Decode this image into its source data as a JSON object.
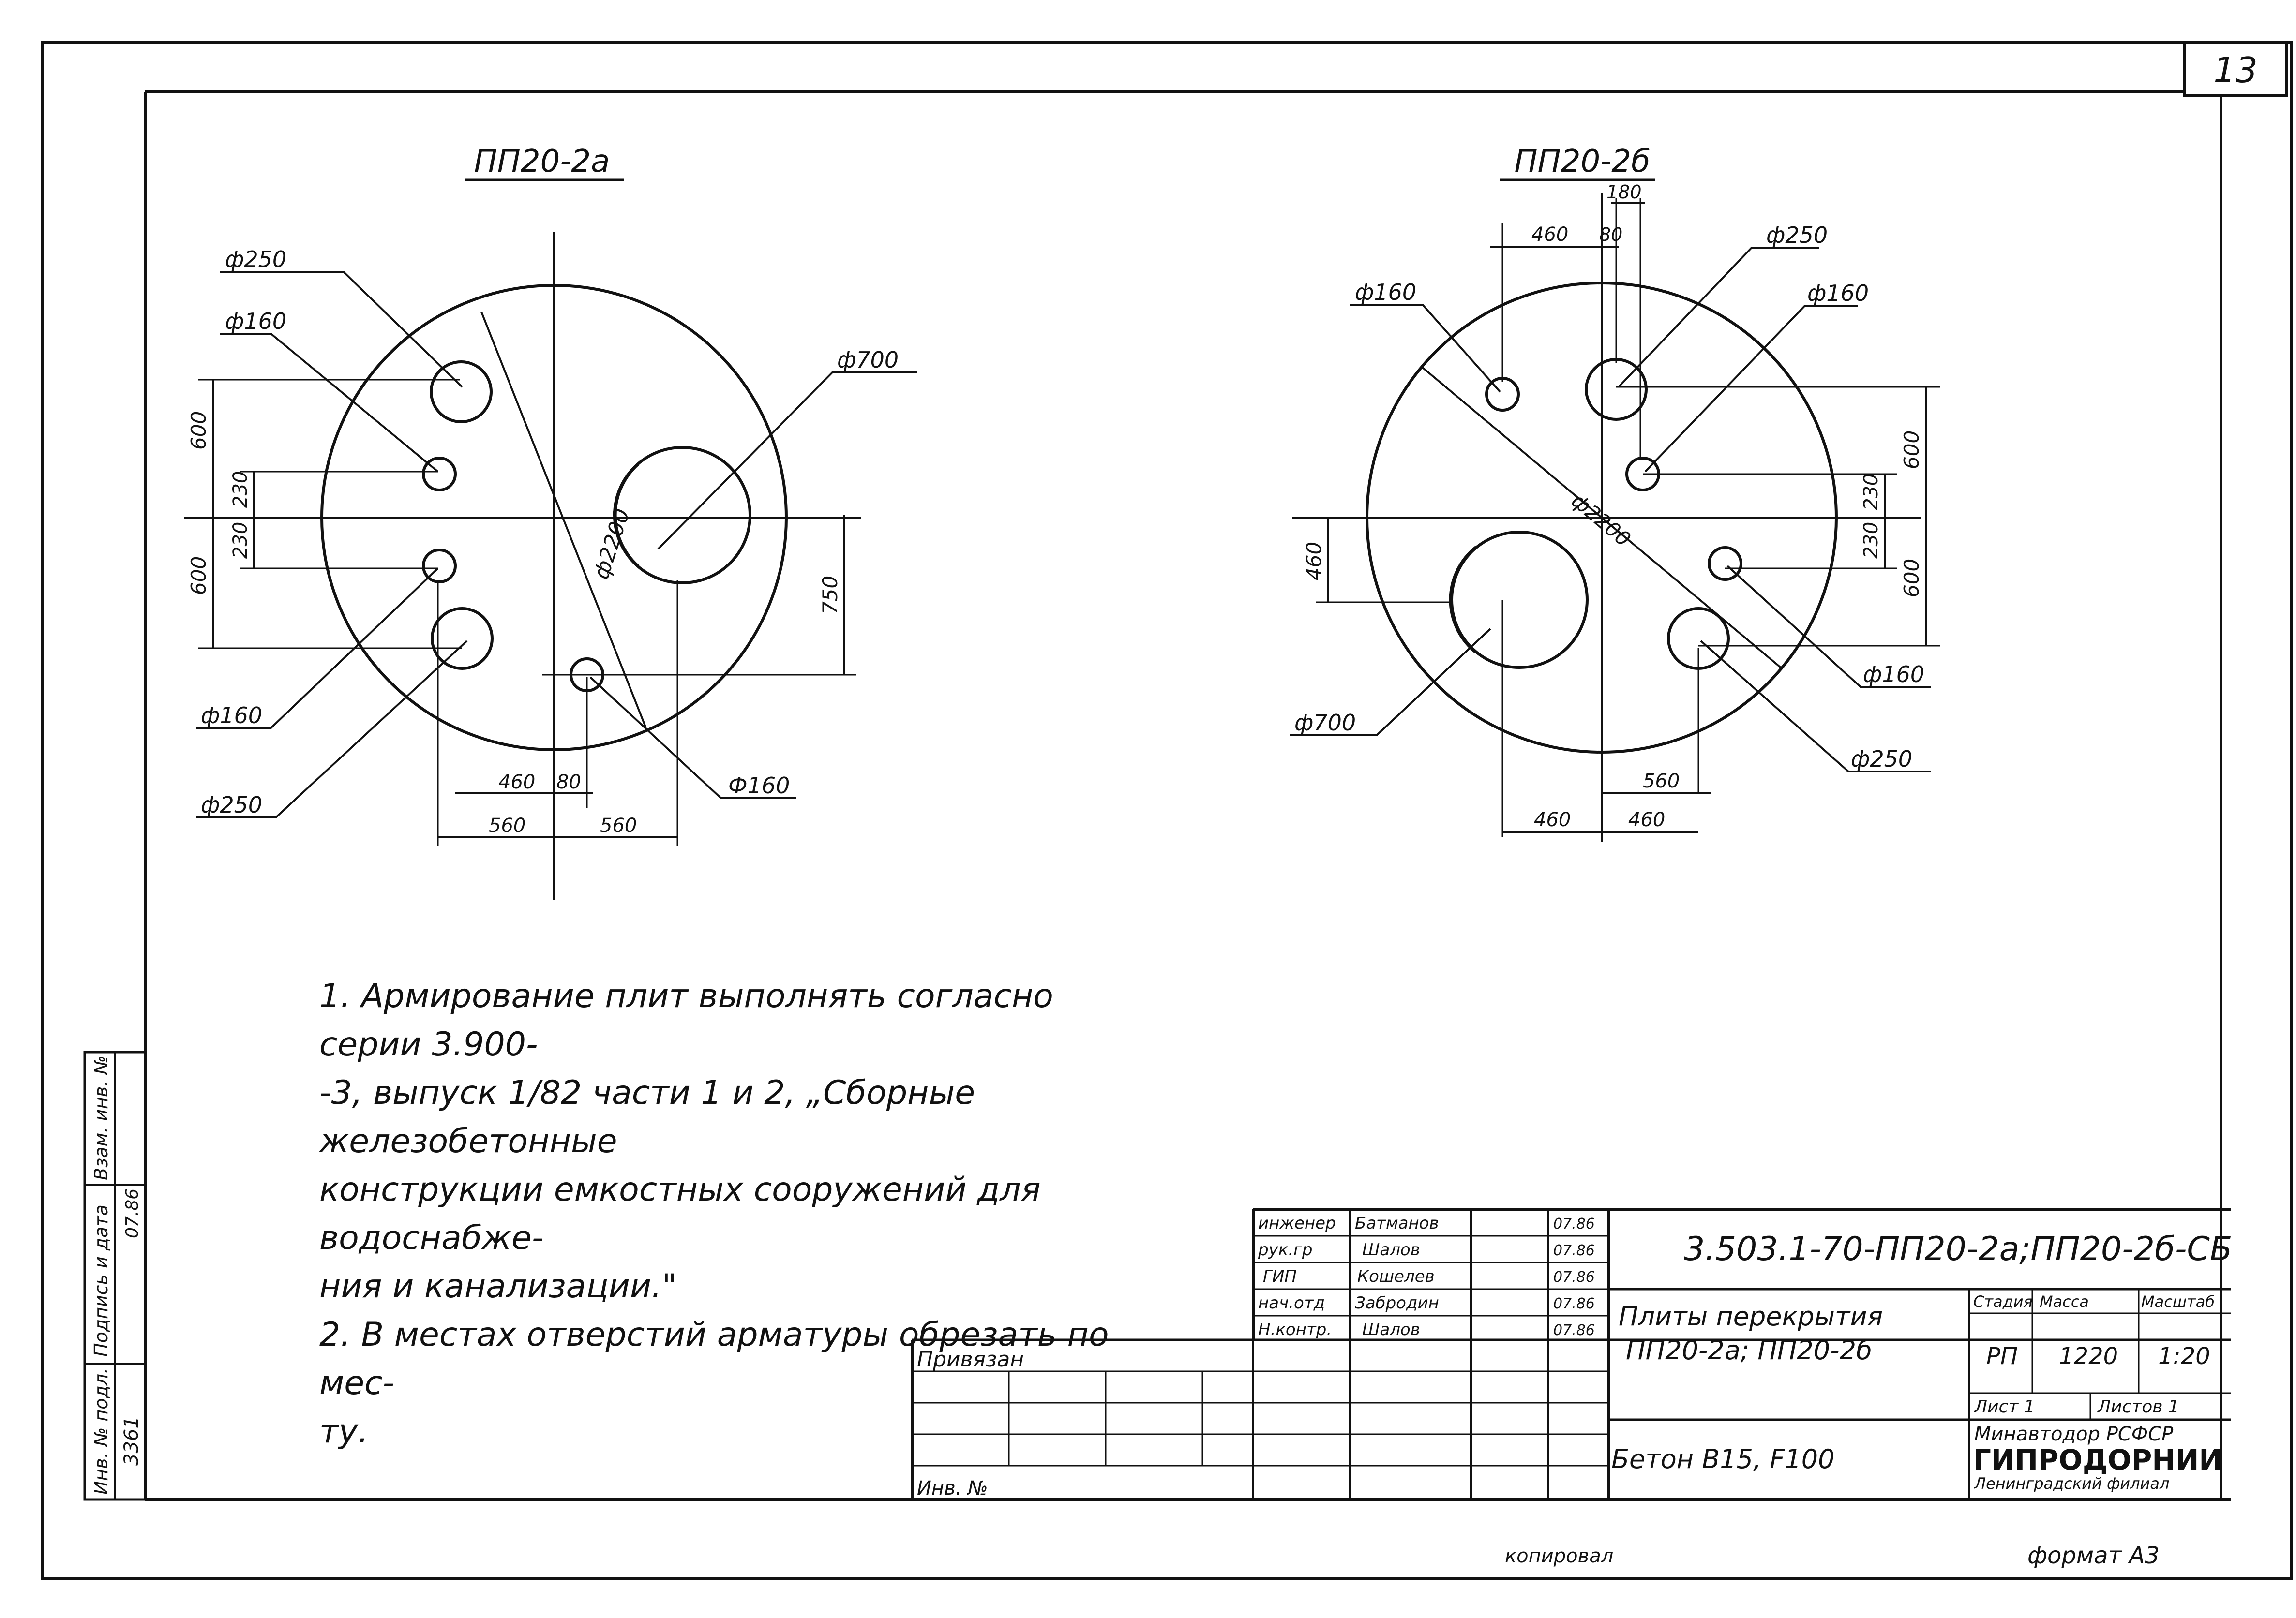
{
  "page": {
    "sheet_no": "13",
    "footer_copied": "копировал",
    "footer_format": "формат А3"
  },
  "left_view": {
    "title": "ПП20-2а",
    "labels": {
      "d250_top": "ф250",
      "d160_top": "ф160",
      "d700": "ф700",
      "d2200": "ф2200",
      "d160_lower": "ф160",
      "d250_lower": "ф250",
      "d160_right": "Ф160",
      "dim_600_top": "600",
      "dim_230_top": "230",
      "dim_230_bot": "230",
      "dim_600_bot": "600",
      "dim_750": "750",
      "dim_460": "460",
      "dim_80": "80",
      "dim_560_l": "560",
      "dim_560_r": "560"
    }
  },
  "right_view": {
    "title": "ПП20-2б",
    "labels": {
      "dim_180": "180",
      "dim_460_top": "460",
      "dim_80_top": "80",
      "d250_top": "ф250",
      "d160_left": "ф160",
      "d160_right": "ф160",
      "d2200": "ф2200",
      "dim_600_top": "600",
      "dim_230_top": "230",
      "dim_230_bot": "230",
      "dim_600_bot": "600",
      "dim_460_left": "460",
      "d160_lower": "ф160",
      "d250_lower": "ф250",
      "d700": "ф700",
      "dim_560": "560",
      "dim_460_bl": "460",
      "dim_460_br": "460"
    }
  },
  "notes": [
    "1. Армирование плит выполнять согласно серии 3.900-",
    "-3, выпуск 1/82 части 1 и 2, „Сборные железобетонные",
    "конструкции емкостных сооружений для водоснабже-",
    "ния и канализации.\"",
    "2. В местах отверстий арматуры обрезать по мес-",
    "ту."
  ],
  "side_stamp": {
    "col1": "Инв. № подл.",
    "col2": "Подпись и дата",
    "col3": "Взам. инв. №",
    "inv_no": "3361",
    "date": "07.86"
  },
  "title_block": {
    "bound_label": "Привязан",
    "inv_label": "Инв. №",
    "roles": [
      {
        "role": "инженер",
        "name": "Батманов",
        "date": "07.86"
      },
      {
        "role": "рук.гр",
        "name": "Шалов",
        "date": "07.86"
      },
      {
        "role": "ГИП",
        "name": "Кошелев",
        "date": "07.86"
      },
      {
        "role": "нач.отд",
        "name": "Забродин",
        "date": "07.86"
      },
      {
        "role": "Н.контр.",
        "name": "Шалов",
        "date": "07.86"
      }
    ],
    "doc_code": "3.503.1-70-ПП20-2а;ПП20-2б-СБ",
    "name_line1": "Плиты перекрытия",
    "name_line2": "ПП20-2а; ПП20-2б",
    "concrete": "Бетон В15, F100",
    "stage_h": "Стадия",
    "mass_h": "Масса",
    "scale_h": "Масштаб",
    "stage": "РП",
    "mass": "1220",
    "scale": "1:20",
    "sheet_h": "Лист 1",
    "sheets_h": "Листов 1",
    "org1": "Минавтодор РСФСР",
    "org2": "ГИПРОДОРНИИ",
    "org3": "Ленинградский филиал"
  }
}
